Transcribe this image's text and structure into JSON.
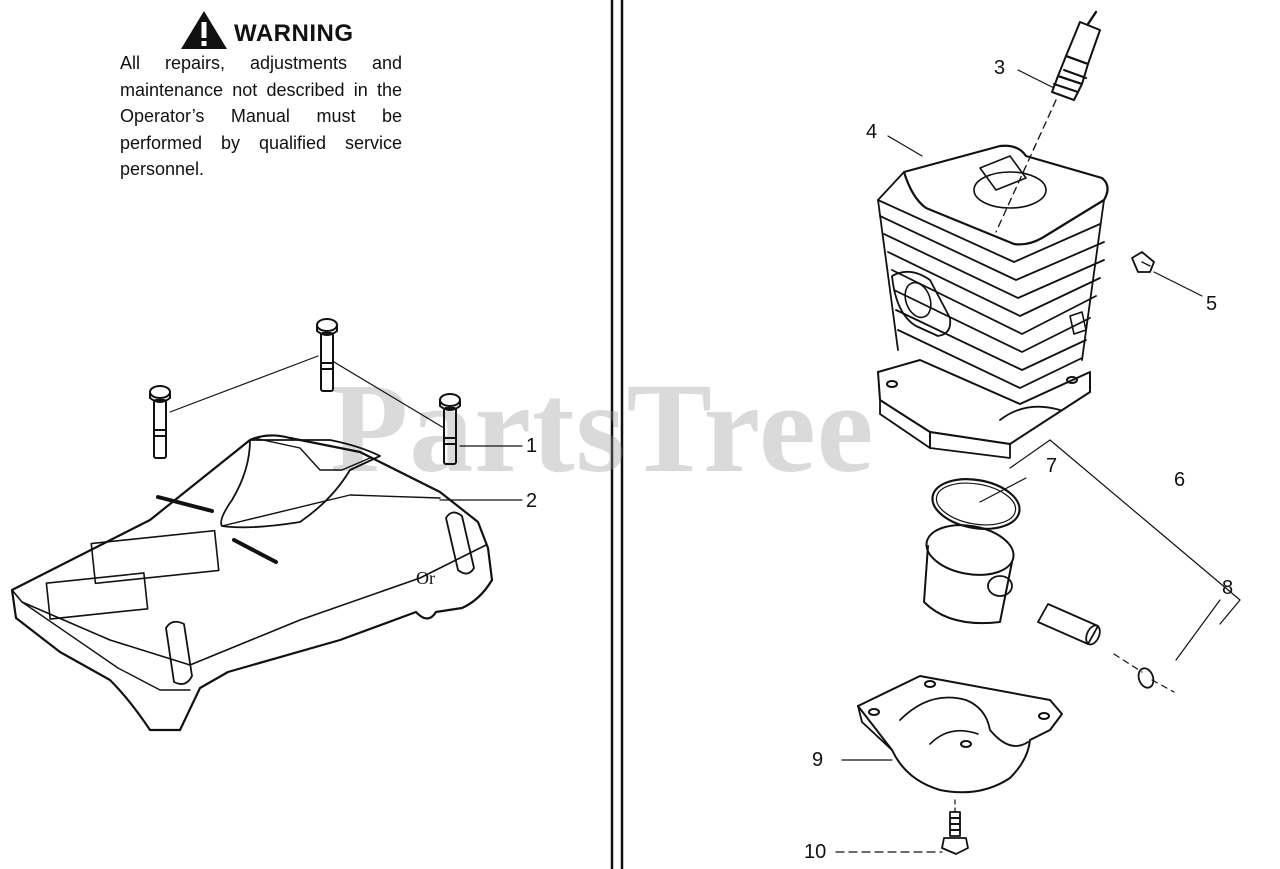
{
  "warning": {
    "title": "WARNING",
    "icon": "warning-triangle-icon",
    "body": "All repairs, adjustments and maintenance not described in the Operator’s Manual must be performed by qualified service personnel."
  },
  "watermark": "PartsTree",
  "parts": [
    {
      "number": "1",
      "icon": "screw-icon"
    },
    {
      "number": "2",
      "icon": "cylinder-cover-icon"
    },
    {
      "number": "3",
      "icon": "spark-plug-icon"
    },
    {
      "number": "4",
      "icon": "cylinder-icon"
    },
    {
      "number": "5",
      "icon": "clip-icon"
    },
    {
      "number": "6",
      "icon": "piston-assembly-bracket"
    },
    {
      "number": "7",
      "icon": "piston-ring-icon"
    },
    {
      "number": "8",
      "icon": "retaining-ring-icon"
    },
    {
      "number": "9",
      "icon": "crankcase-half-icon"
    },
    {
      "number": "10",
      "icon": "bolt-icon"
    }
  ]
}
